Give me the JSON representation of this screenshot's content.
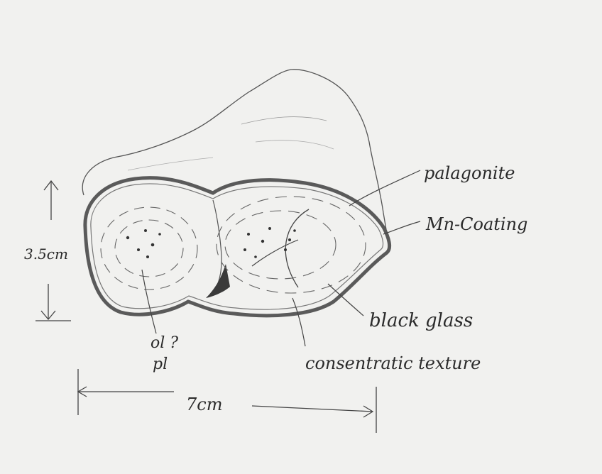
{
  "diagram": {
    "labels": {
      "palagonite": "palagonite",
      "mn_coating": "Mn-Coating",
      "black_glass": "black glass",
      "concentric_texture": "consentratic texture",
      "ol": "ol ?",
      "pl": "pl",
      "height": "3.5cm",
      "width": "7cm"
    }
  },
  "colors": {
    "paper": "#f1f1ef",
    "ink": "#3a3a3a",
    "rind": "#8a8a8a"
  }
}
